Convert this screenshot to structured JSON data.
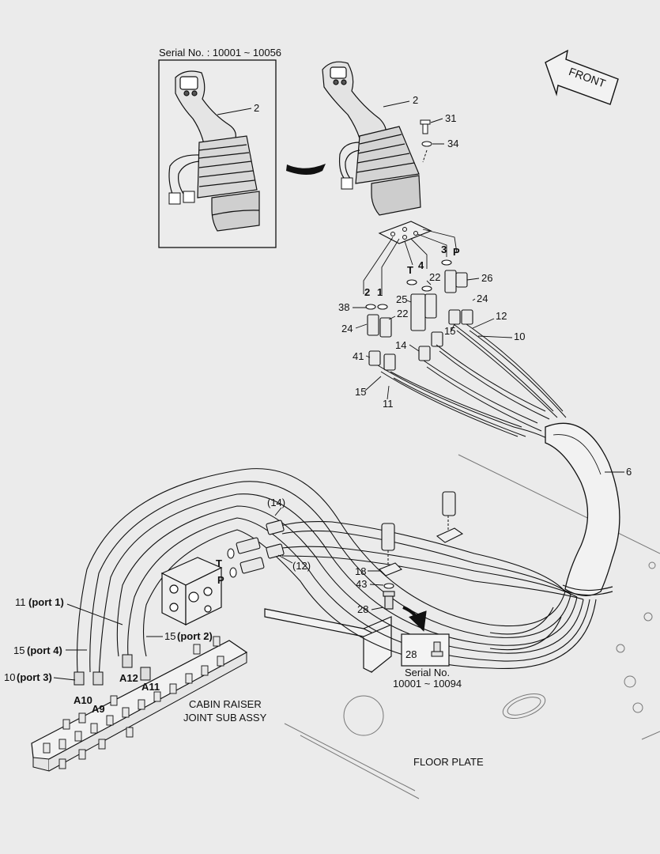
{
  "diagram": {
    "inset_serial": "Serial No. : 10001 ~ 10056",
    "front_label": "FRONT",
    "callouts": {
      "c2_inset": "2",
      "c2_main": "2",
      "c31": "31",
      "c34": "34",
      "c26": "26",
      "c24_right": "24",
      "c12_top": "12",
      "c10_top": "10",
      "c25": "25",
      "c22_mid": "22",
      "c22_left": "22",
      "c38": "38",
      "c24_left": "24",
      "c15_mid": "15",
      "c14": "14",
      "c41": "41",
      "c15_low": "15",
      "c11_low": "11",
      "c6": "6",
      "c14_paren": "(14)",
      "c12_paren": "(12)",
      "c18": "18",
      "c43": "43",
      "c28_main": "28",
      "c28_box": "28"
    },
    "ports": {
      "p2": "2",
      "p1": "1",
      "pT": "T",
      "p4": "4",
      "p3": "3",
      "pP": "P",
      "block_T": "T",
      "block_P": "P"
    },
    "hose_labels": {
      "h11_num": "11",
      "h11_port": "(port 1)",
      "h15_num": "15",
      "h15_port": "(port 4)",
      "h10_num": "10",
      "h10_port": "(port 3)",
      "h15b_num": "15",
      "h15b_port": "(port 2)"
    },
    "joint_labels": {
      "a12": "A12",
      "a11": "A11",
      "a10": "A10",
      "a9": "A9"
    },
    "serial_box": {
      "line1": "Serial No.",
      "line2": "10001 ~ 10094"
    },
    "captions": {
      "cabin_line1": "CABIN RAISER",
      "cabin_line2": "JOINT SUB ASSY",
      "floor_plate": "FLOOR PLATE"
    }
  }
}
